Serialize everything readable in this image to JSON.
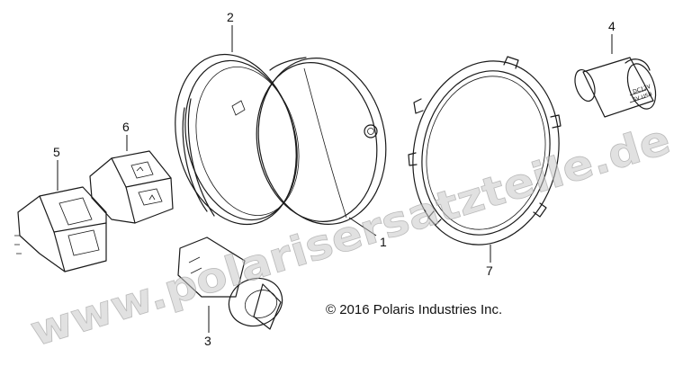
{
  "callouts": {
    "c1": "1",
    "c2": "2",
    "c3": "3",
    "c4": "4",
    "c5": "5",
    "c6": "6",
    "c7": "7"
  },
  "copyright": "© 2016 Polaris Industries Inc.",
  "watermark": "www.polarisersatzteile.de",
  "colors": {
    "line": "#1a1a1a",
    "watermark": "#c9c9c9",
    "background": "#ffffff"
  },
  "outlet_face_text": [
    "DC12V",
    "5V USB"
  ]
}
